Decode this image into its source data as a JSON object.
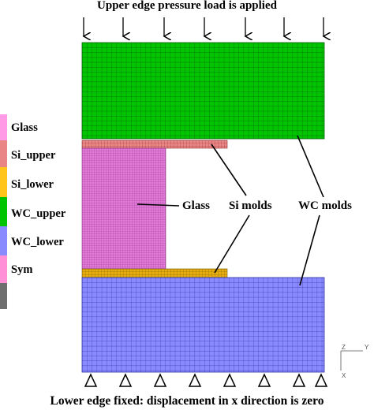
{
  "top_caption": "Upper edge pressure load is applied",
  "bottom_caption": "Lower edge fixed: displacement in x direction is zero",
  "legend": [
    {
      "label": "Glass",
      "color": "#ff9be6"
    },
    {
      "label": "Si_upper",
      "color": "#ea8585"
    },
    {
      "label": "Si_lower",
      "color": "#ffc51a"
    },
    {
      "label": "WC_upper",
      "color": "#00c400"
    },
    {
      "label": "WC_lower",
      "color": "#8a8aff"
    },
    {
      "label": "Sym",
      "color": "#ff8fd6"
    },
    {
      "label": "",
      "color": "#6e6e6e"
    }
  ],
  "callouts": {
    "glass": "Glass",
    "si_molds": "Si molds",
    "wc_molds": "WC molds"
  },
  "parts": {
    "wc_upper": {
      "color": "#00c400",
      "mesh": "#0d5f0d"
    },
    "si_upper": {
      "color": "#ea8585",
      "mesh": "#8a3030"
    },
    "glass": {
      "color": "#e27ad8",
      "mesh": "#8e2f86"
    },
    "si_lower": {
      "color": "#e5ad10",
      "mesh": "#7a5a00"
    },
    "wc_lower": {
      "color": "#8a8aff",
      "mesh": "#3636a8"
    }
  },
  "axis_triad": {
    "z": "Z",
    "y": "Y",
    "x": "X"
  }
}
